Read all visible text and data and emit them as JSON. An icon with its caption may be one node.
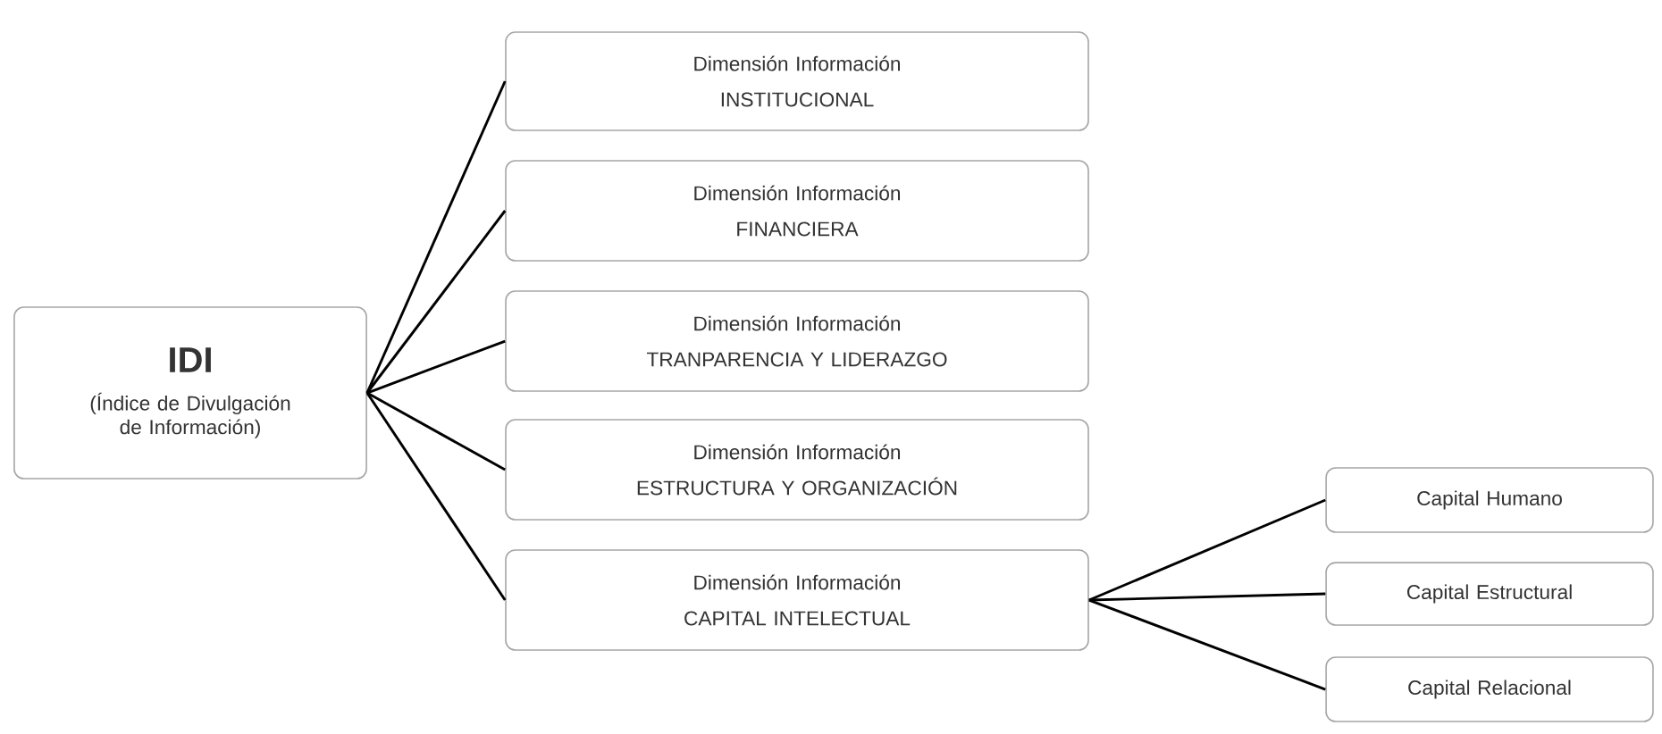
{
  "diagram": {
    "nodes": [
      {
        "text": [
          "IDI",
          "(Índice de Divulgación de Información)"
        ]
      },
      {
        "text": [
          "Dimensión Información",
          "INSTITUCIONAL"
        ]
      },
      {
        "text": [
          "Dimensión Información",
          "FINANCIERA"
        ]
      },
      {
        "text": [
          "Dimensión Información",
          "TRANPARENCIA Y LIDERAZGO"
        ]
      },
      {
        "text": [
          "Dimensión Información",
          "ESTRUCTURA Y ORGANIZACIÓN"
        ]
      },
      {
        "text": [
          "Dimensión Información",
          "CAPITAL INTELECTUAL"
        ]
      },
      {
        "text": [
          "Capital Humano"
        ]
      },
      {
        "text": [
          "Capital Estructural"
        ]
      },
      {
        "text": [
          "Capital Relacional"
        ]
      }
    ],
    "edges": [
      {
        "from": 0,
        "to": 1,
        "arrow": "none"
      },
      {
        "from": 0,
        "to": 2,
        "arrow": "none"
      },
      {
        "from": 0,
        "to": 3,
        "arrow": "none"
      },
      {
        "from": 0,
        "to": 4,
        "arrow": "none"
      },
      {
        "from": 0,
        "to": 5,
        "arrow": "none"
      },
      {
        "from": 5,
        "to": 6,
        "arrow": "none"
      },
      {
        "from": 5,
        "to": 7,
        "arrow": "none"
      },
      {
        "from": 5,
        "to": 8,
        "arrow": "none"
      }
    ]
  }
}
